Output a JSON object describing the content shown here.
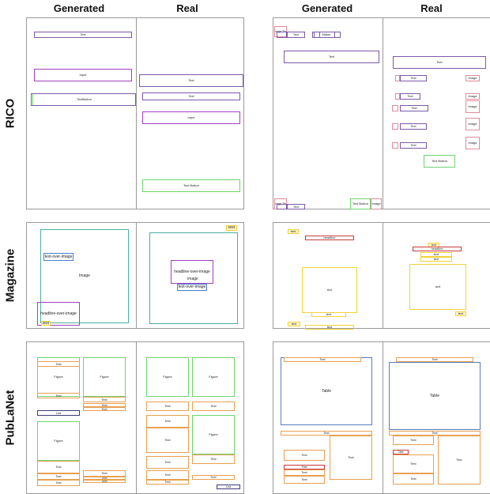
{
  "headers": {
    "left_generated": "Generated",
    "left_real": "Real",
    "right_generated": "Generated",
    "right_real": "Real"
  },
  "rows": {
    "rico": "RICO",
    "magazine": "Magazine",
    "publanet": "PubLaNet"
  },
  "labels": {
    "text": "Text",
    "text_lc": "text",
    "input": "Input",
    "image": "Image",
    "image_lc": "image",
    "text_button": "Text Button",
    "textbutton_gen": "TextButton",
    "icon_text": "Text",
    "maker": "Maker",
    "headline": "headline",
    "text_over_image": "text-over-image",
    "headline_over_image": "headline-over-image",
    "figure": "Figure",
    "list": "List",
    "table": "Table",
    "title": "Title",
    "mixed_tb": "Text Button",
    "mixed_ti": "Image",
    "mixed_icon": "Image Text"
  },
  "colors": {
    "rico_text": "#7b5aa6",
    "rico_input": "#a040c0",
    "rico_button": "#6fd36f",
    "rico_image": "#e08a9a",
    "mag_image": "#4ab0a0",
    "mag_text_over_image": "#4a7ed0",
    "mag_headline": "#c83a3a",
    "mag_text": "#f2d23a",
    "pub_figure": "#6fd36f",
    "pub_text": "#e8a050",
    "pub_list": "#3a3a7a",
    "pub_table": "#5a7ab8",
    "pub_title": "#c83a3a"
  }
}
